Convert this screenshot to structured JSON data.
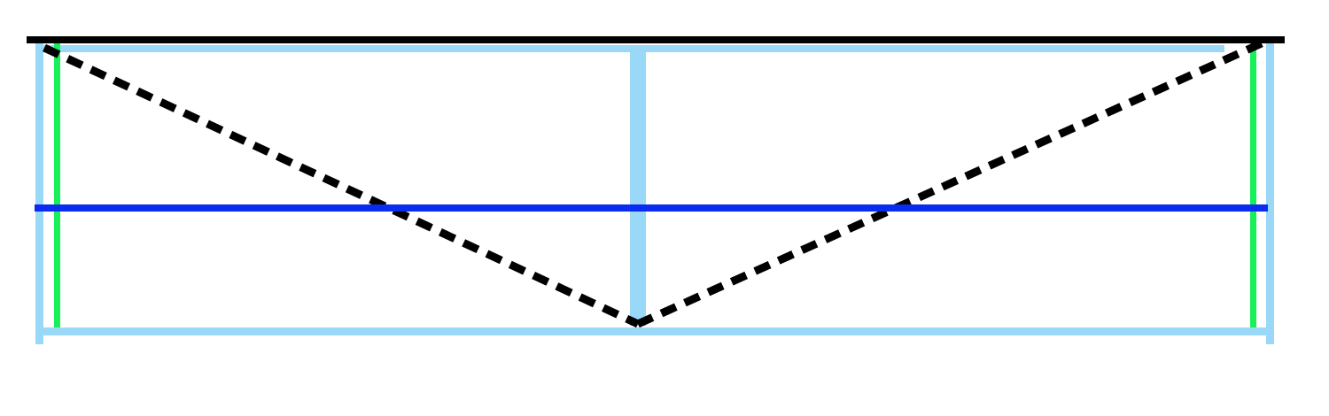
{
  "diagram": {
    "type": "line-structure",
    "colors": {
      "background": "#ffffff",
      "frame": "#9ad8f8",
      "top_beam": "#000000",
      "diagonal": "#000000",
      "verticals": "#18f05a",
      "horizontal": "#0a2cf0"
    },
    "elements": [
      "top-beam",
      "outer-frame",
      "center-post",
      "left-green-post",
      "right-green-post",
      "horizontal-blue-line",
      "left-dashed-diagonal",
      "right-dashed-diagonal"
    ],
    "diagonal_style": "dashed"
  }
}
